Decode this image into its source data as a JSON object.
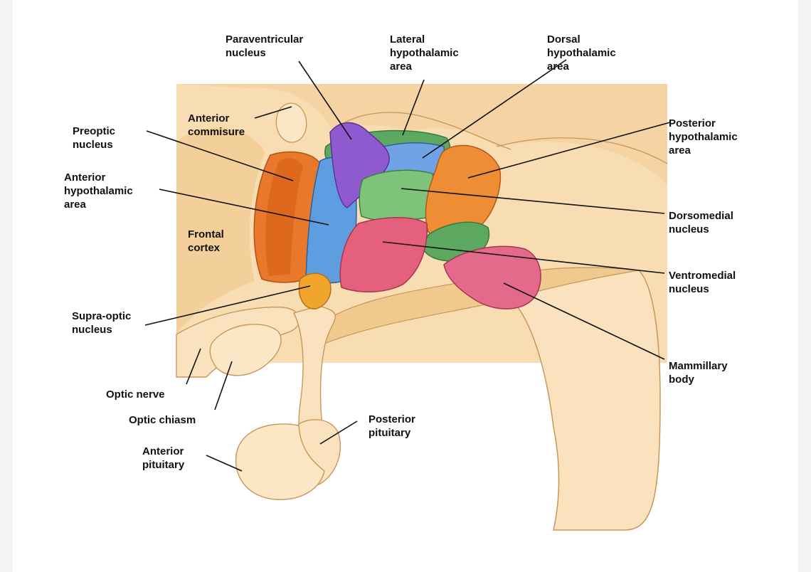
{
  "labels": {
    "paraventricular": "Paraventricular\nnucleus",
    "lateral": "Lateral\nhypothalamic\narea",
    "dorsal": "Dorsal\nhypothalamic\narea",
    "anterior_commissure": "Anterior\ncommisure",
    "preoptic": "Preoptic\nnucleus",
    "posterior_hypothalamic": "Posterior\nhypothalamic\narea",
    "anterior_hypothalamic": "Anterior\nhypothalamic\narea",
    "frontal_cortex": "Frontal\ncortex",
    "dorsomedial": "Dorsomedial\nnucleus",
    "ventromedial": "Ventromedial\nnucleus",
    "supraoptic": "Supra-optic\nnucleus",
    "mammillary": "Mammillary\nbody",
    "optic_nerve": "Optic nerve",
    "optic_chiasm": "Optic chiasm",
    "posterior_pituitary": "Posterior\npituitary",
    "anterior_pituitary": "Anterior\npituitary"
  },
  "colors": {
    "tissue": "#f8ddb2",
    "tissue_dark": "#e7b97c",
    "outline": "#c8965a",
    "preoptic": "#e8792c",
    "anterior_hypothalamic": "#5d9de0",
    "paraventricular": "#8f5ad0",
    "lateral": "#5da860",
    "dorsal": "#6fa3e6",
    "dorsomedial": "#7fc27a",
    "posterior": "#ef8d34",
    "ventromedial": "#e4607c",
    "mammillary": "#e36a8a",
    "supraoptic": "#f2a52c"
  }
}
